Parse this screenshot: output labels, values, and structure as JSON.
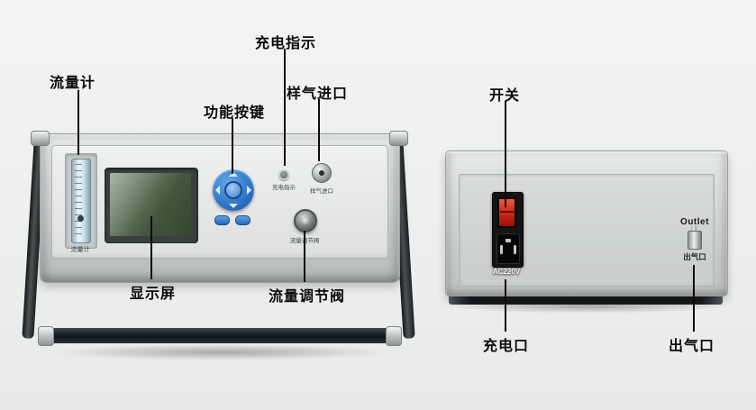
{
  "callouts": {
    "flow_meter": "流量计",
    "charging_indicator": "充电指示",
    "function_buttons": "功能按键",
    "sample_gas_inlet": "样气进口",
    "display_screen": "显示屏",
    "flow_valve": "流量调节阀",
    "power_switch": "开关",
    "charging_port": "充电口",
    "gas_outlet": "出气口"
  },
  "front_panel": {
    "flow_meter": "流量计",
    "charging_indicator": "充电指示",
    "sample_gas_inlet": "样气进口",
    "flow_valve": "流量调节阀"
  },
  "rear_panel": {
    "ac_rating": "AC220V",
    "outlet_en": "Outlet",
    "outlet_cn": "出气口"
  },
  "colors": {
    "background": "#eef0ef",
    "device_body": "#cdd0cf",
    "accent_button": "#2b6fc2",
    "switch_red": "#d42a18",
    "lcd_green": "#44543f"
  }
}
